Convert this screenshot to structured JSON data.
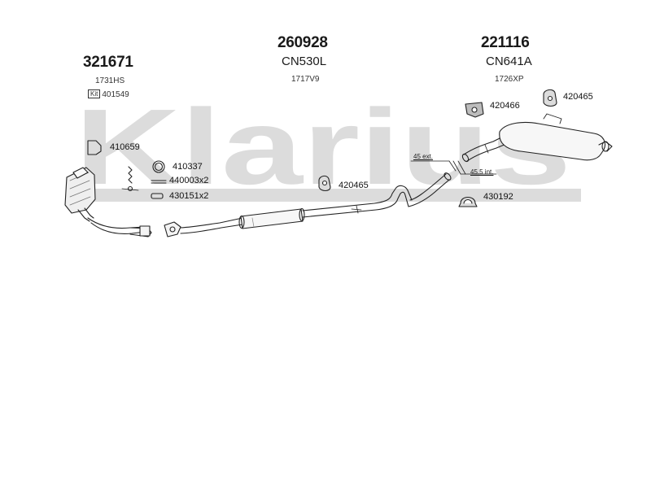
{
  "watermark": {
    "text": "Klarius",
    "color": "#d9d9d9"
  },
  "groups": {
    "left": {
      "number": "321671",
      "ref": "1731HS",
      "kit_label": "Kit",
      "kit_number": "401549"
    },
    "center": {
      "number": "260928",
      "code": "CN530L",
      "ref": "1717V9"
    },
    "right": {
      "number": "221116",
      "code": "CN641A",
      "ref": "1726XP"
    }
  },
  "parts": {
    "p410659": "410659",
    "p410337": "410337",
    "p440003": "440003x2",
    "p430151": "430151x2",
    "p420465_mid": "420465",
    "p420466": "420466",
    "p420465_top": "420465",
    "p430192": "430192"
  },
  "dimensions": {
    "ext": "45 ext.",
    "int": "45.5 int."
  }
}
